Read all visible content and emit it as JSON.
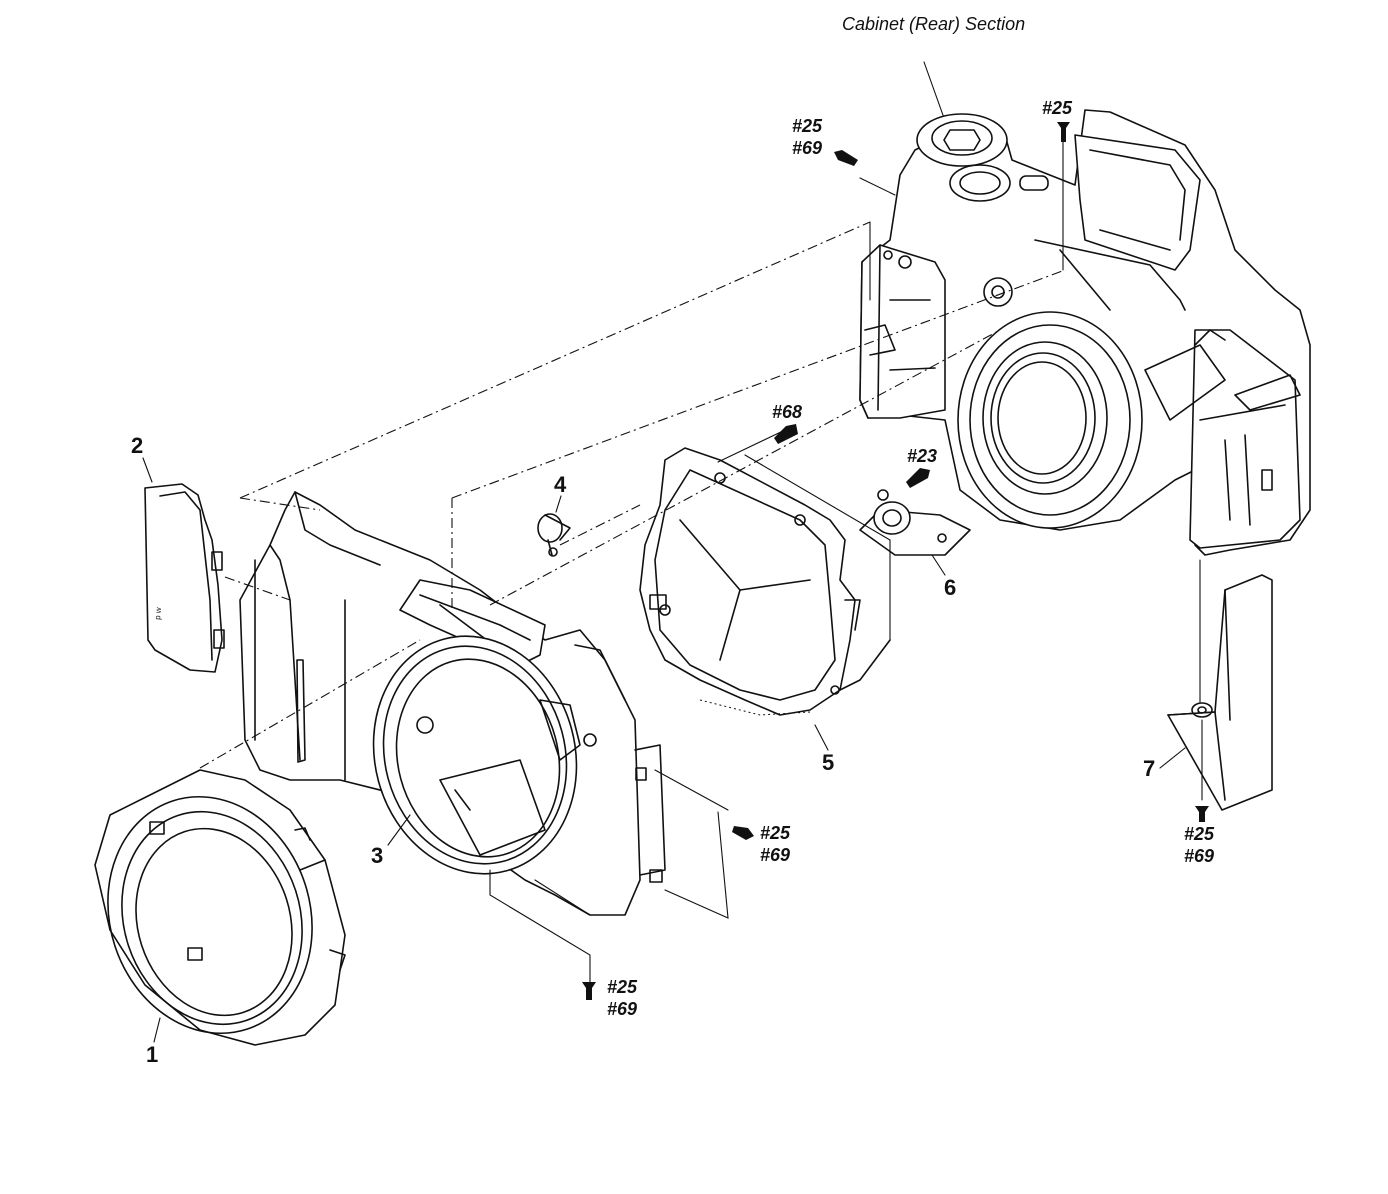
{
  "section_title": "Cabinet (Rear) Section",
  "parts": [
    {
      "id": "1",
      "label": "1"
    },
    {
      "id": "2",
      "label": "2"
    },
    {
      "id": "3",
      "label": "3"
    },
    {
      "id": "4",
      "label": "4"
    },
    {
      "id": "5",
      "label": "5"
    },
    {
      "id": "6",
      "label": "6"
    },
    {
      "id": "7",
      "label": "7"
    }
  ],
  "screws": {
    "top_left_a": "#25",
    "top_left_b": "#69",
    "top_right": "#25",
    "bracket_top": "#68",
    "hinge": "#23",
    "front_right_a": "#25",
    "front_right_b": "#69",
    "bottom_a": "#25",
    "bottom_b": "#69",
    "bracket7_a": "#25",
    "bracket7_b": "#69"
  }
}
